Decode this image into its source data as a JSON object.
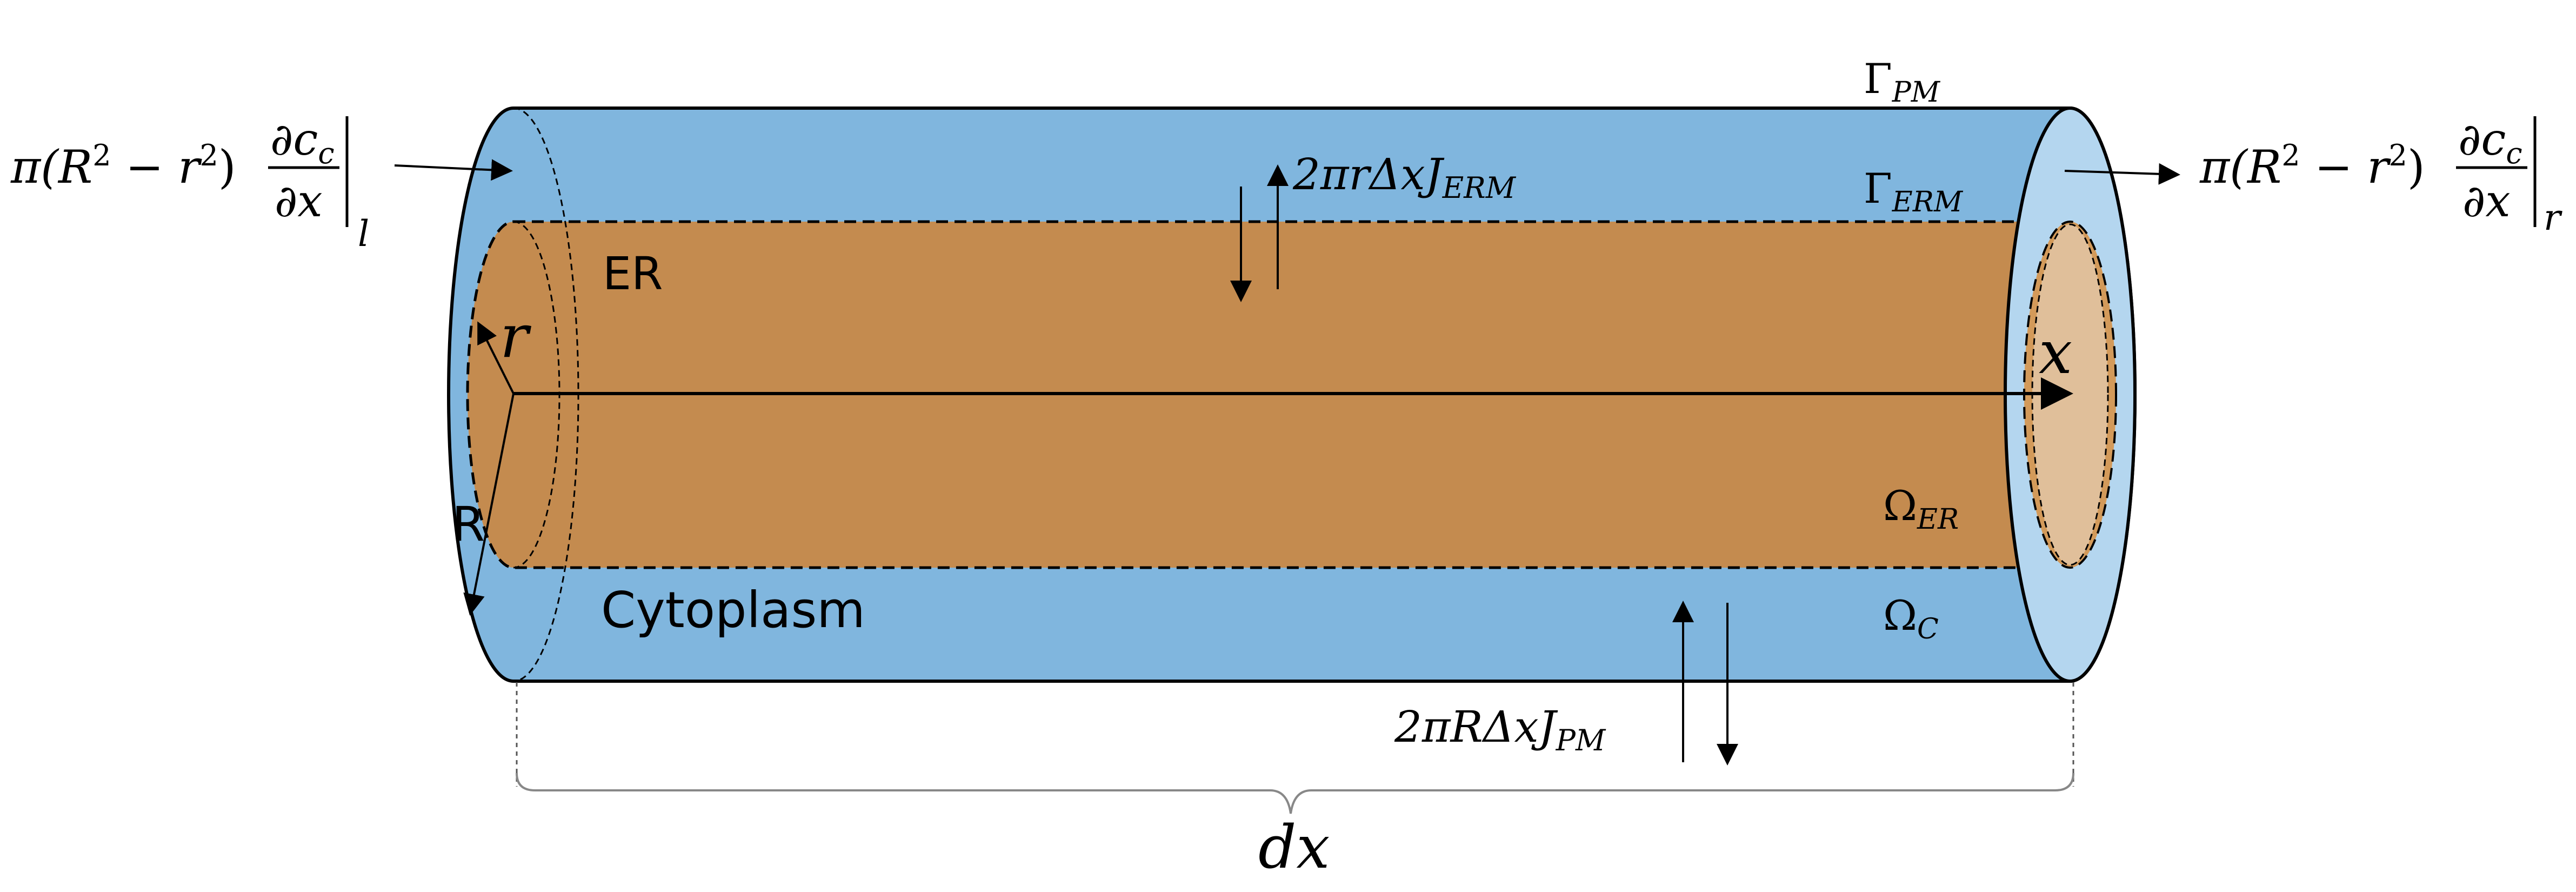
{
  "labels": {
    "er": "ER",
    "cytoplasm": "Cytoplasm",
    "r_axis": "r",
    "R_axis": "R",
    "x_axis": "x",
    "dx": "dx"
  },
  "gamma_pm": {
    "base": "Γ",
    "sub": "PM"
  },
  "gamma_erm": {
    "base": "Γ",
    "sub": "ERM"
  },
  "omega_er": {
    "base": "Ω",
    "sub": "ER"
  },
  "omega_c": {
    "base": "Ω",
    "sub": "C"
  },
  "flux_left": {
    "pre": "π(R",
    "sup1": "2",
    "mid": " − r",
    "sup2": "2",
    "post": ")",
    "frac_num": "∂c",
    "frac_num_sub": "c",
    "frac_den": "∂x",
    "eval_sub": "l"
  },
  "flux_right": {
    "pre": "π(R",
    "sup1": "2",
    "mid": " − r",
    "sup2": "2",
    "post": ")",
    "frac_num": "∂c",
    "frac_num_sub": "c",
    "frac_den": "∂x",
    "eval_sub": "r"
  },
  "erm_flux": {
    "main": "2πrΔxJ",
    "sub": "ERM"
  },
  "pm_flux": {
    "main": "2πRΔxJ",
    "sub": "PM"
  },
  "colors": {
    "cytoplasm": "#80b6de",
    "er": "#c48b4f",
    "right_cap_outer": "#b4d6ef",
    "right_cap_er_ring": "#d39a5a",
    "right_cap_er_face": "#e0bf9a",
    "stroke": "#000000"
  }
}
